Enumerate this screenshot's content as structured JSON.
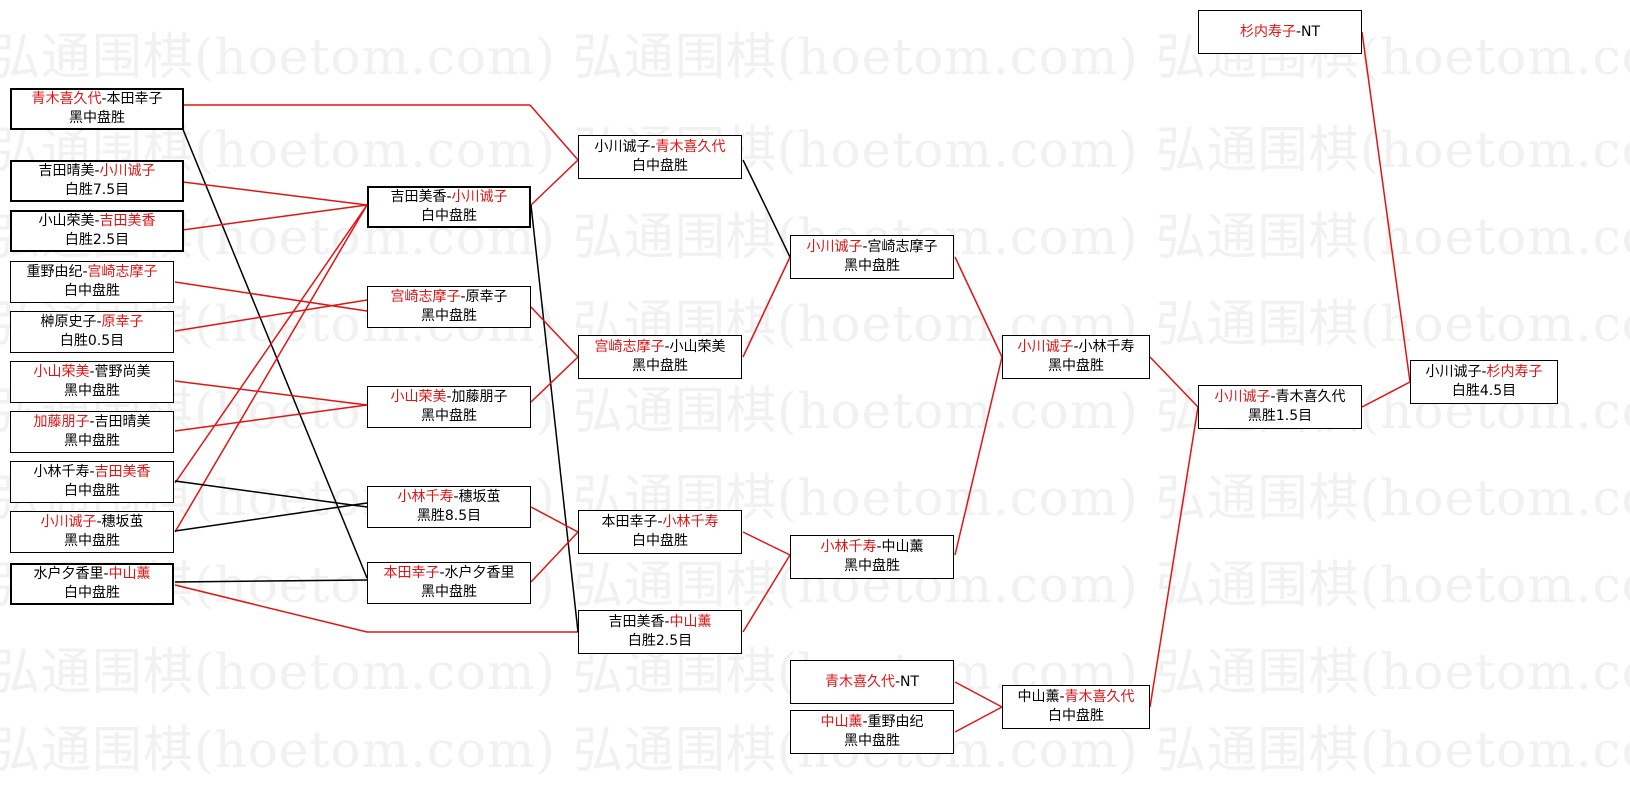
{
  "watermark": "弘通围棋(hoetom.com)",
  "colors": {
    "winner": "#e11414",
    "line_red": "#e11414",
    "line_black": "#000000"
  },
  "matches": [
    {
      "id": "r1a",
      "p1": "青木喜久代",
      "p2": "本田幸子",
      "winner": 1,
      "result": "黑中盘胜"
    },
    {
      "id": "r1b",
      "p1": "吉田晴美",
      "p2": "小川诚子",
      "winner": 2,
      "result": "白胜7.5目"
    },
    {
      "id": "r1c",
      "p1": "小山荣美",
      "p2": "吉田美香",
      "winner": 2,
      "result": "白胜2.5目"
    },
    {
      "id": "r1d",
      "p1": "重野由纪",
      "p2": "宫崎志摩子",
      "winner": 2,
      "result": "白中盘胜"
    },
    {
      "id": "r1e",
      "p1": "榊原史子",
      "p2": "原幸子",
      "winner": 2,
      "result": "白胜0.5目"
    },
    {
      "id": "r1f",
      "p1": "小山荣美",
      "p2": "菅野尚美",
      "winner": 1,
      "result": "黑中盘胜"
    },
    {
      "id": "r1g",
      "p1": "加藤朋子",
      "p2": "吉田晴美",
      "winner": 1,
      "result": "黑中盘胜"
    },
    {
      "id": "r1h",
      "p1": "小林千寿",
      "p2": "吉田美香",
      "winner": 2,
      "result": "白中盘胜"
    },
    {
      "id": "r1i",
      "p1": "小川诚子",
      "p2": "穗坂茧",
      "winner": 1,
      "result": "黑中盘胜"
    },
    {
      "id": "r1j",
      "p1": "水户夕香里",
      "p2": "中山薰",
      "winner": 2,
      "result": "白中盘胜"
    },
    {
      "id": "r2a",
      "p1": "吉田美香",
      "p2": "小川诚子",
      "winner": 2,
      "result": "白中盘胜"
    },
    {
      "id": "r2b",
      "p1": "宫崎志摩子",
      "p2": "原幸子",
      "winner": 1,
      "result": "黑中盘胜"
    },
    {
      "id": "r2c",
      "p1": "小山荣美",
      "p2": "加藤朋子",
      "winner": 1,
      "result": "黑中盘胜"
    },
    {
      "id": "r2d",
      "p1": "小林千寿",
      "p2": "穗坂茧",
      "winner": 1,
      "result": "黑胜8.5目"
    },
    {
      "id": "r2e",
      "p1": "本田幸子",
      "p2": "水户夕香里",
      "winner": 1,
      "result": "黑中盘胜"
    },
    {
      "id": "r3a",
      "p1": "小川诚子",
      "p2": "青木喜久代",
      "winner": 2,
      "result": "白中盘胜"
    },
    {
      "id": "r3b",
      "p1": "宫崎志摩子",
      "p2": "小山荣美",
      "winner": 1,
      "result": "黑中盘胜"
    },
    {
      "id": "r3c",
      "p1": "本田幸子",
      "p2": "小林千寿",
      "winner": 2,
      "result": "白中盘胜"
    },
    {
      "id": "r3d",
      "p1": "吉田美香",
      "p2": "中山薰",
      "winner": 2,
      "result": "白胜2.5目"
    },
    {
      "id": "r4a",
      "p1": "小川诚子",
      "p2": "宫崎志摩子",
      "winner": 1,
      "result": "黑中盘胜"
    },
    {
      "id": "r4b",
      "p1": "小林千寿",
      "p2": "中山薰",
      "winner": 1,
      "result": "黑中盘胜"
    },
    {
      "id": "r4c",
      "p1": "青木喜久代",
      "p2": "NT",
      "winner": 1,
      "result": ""
    },
    {
      "id": "r4d",
      "p1": "中山薰",
      "p2": "重野由纪",
      "winner": 1,
      "result": "黑中盘胜"
    },
    {
      "id": "r5a",
      "p1": "小川诚子",
      "p2": "小林千寿",
      "winner": 1,
      "result": "黑中盘胜"
    },
    {
      "id": "r5b",
      "p1": "中山薰",
      "p2": "青木喜久代",
      "winner": 2,
      "result": "白中盘胜"
    },
    {
      "id": "r6a",
      "p1": "小川诚子",
      "p2": "青木喜久代",
      "winner": 1,
      "result": "黑胜1.5目"
    },
    {
      "id": "r6b",
      "p1": "杉内寿子",
      "p2": "NT",
      "winner": 1,
      "result": ""
    },
    {
      "id": "final",
      "p1": "小川诚子",
      "p2": "杉内寿子",
      "winner": 2,
      "result": "白胜4.5目"
    }
  ]
}
